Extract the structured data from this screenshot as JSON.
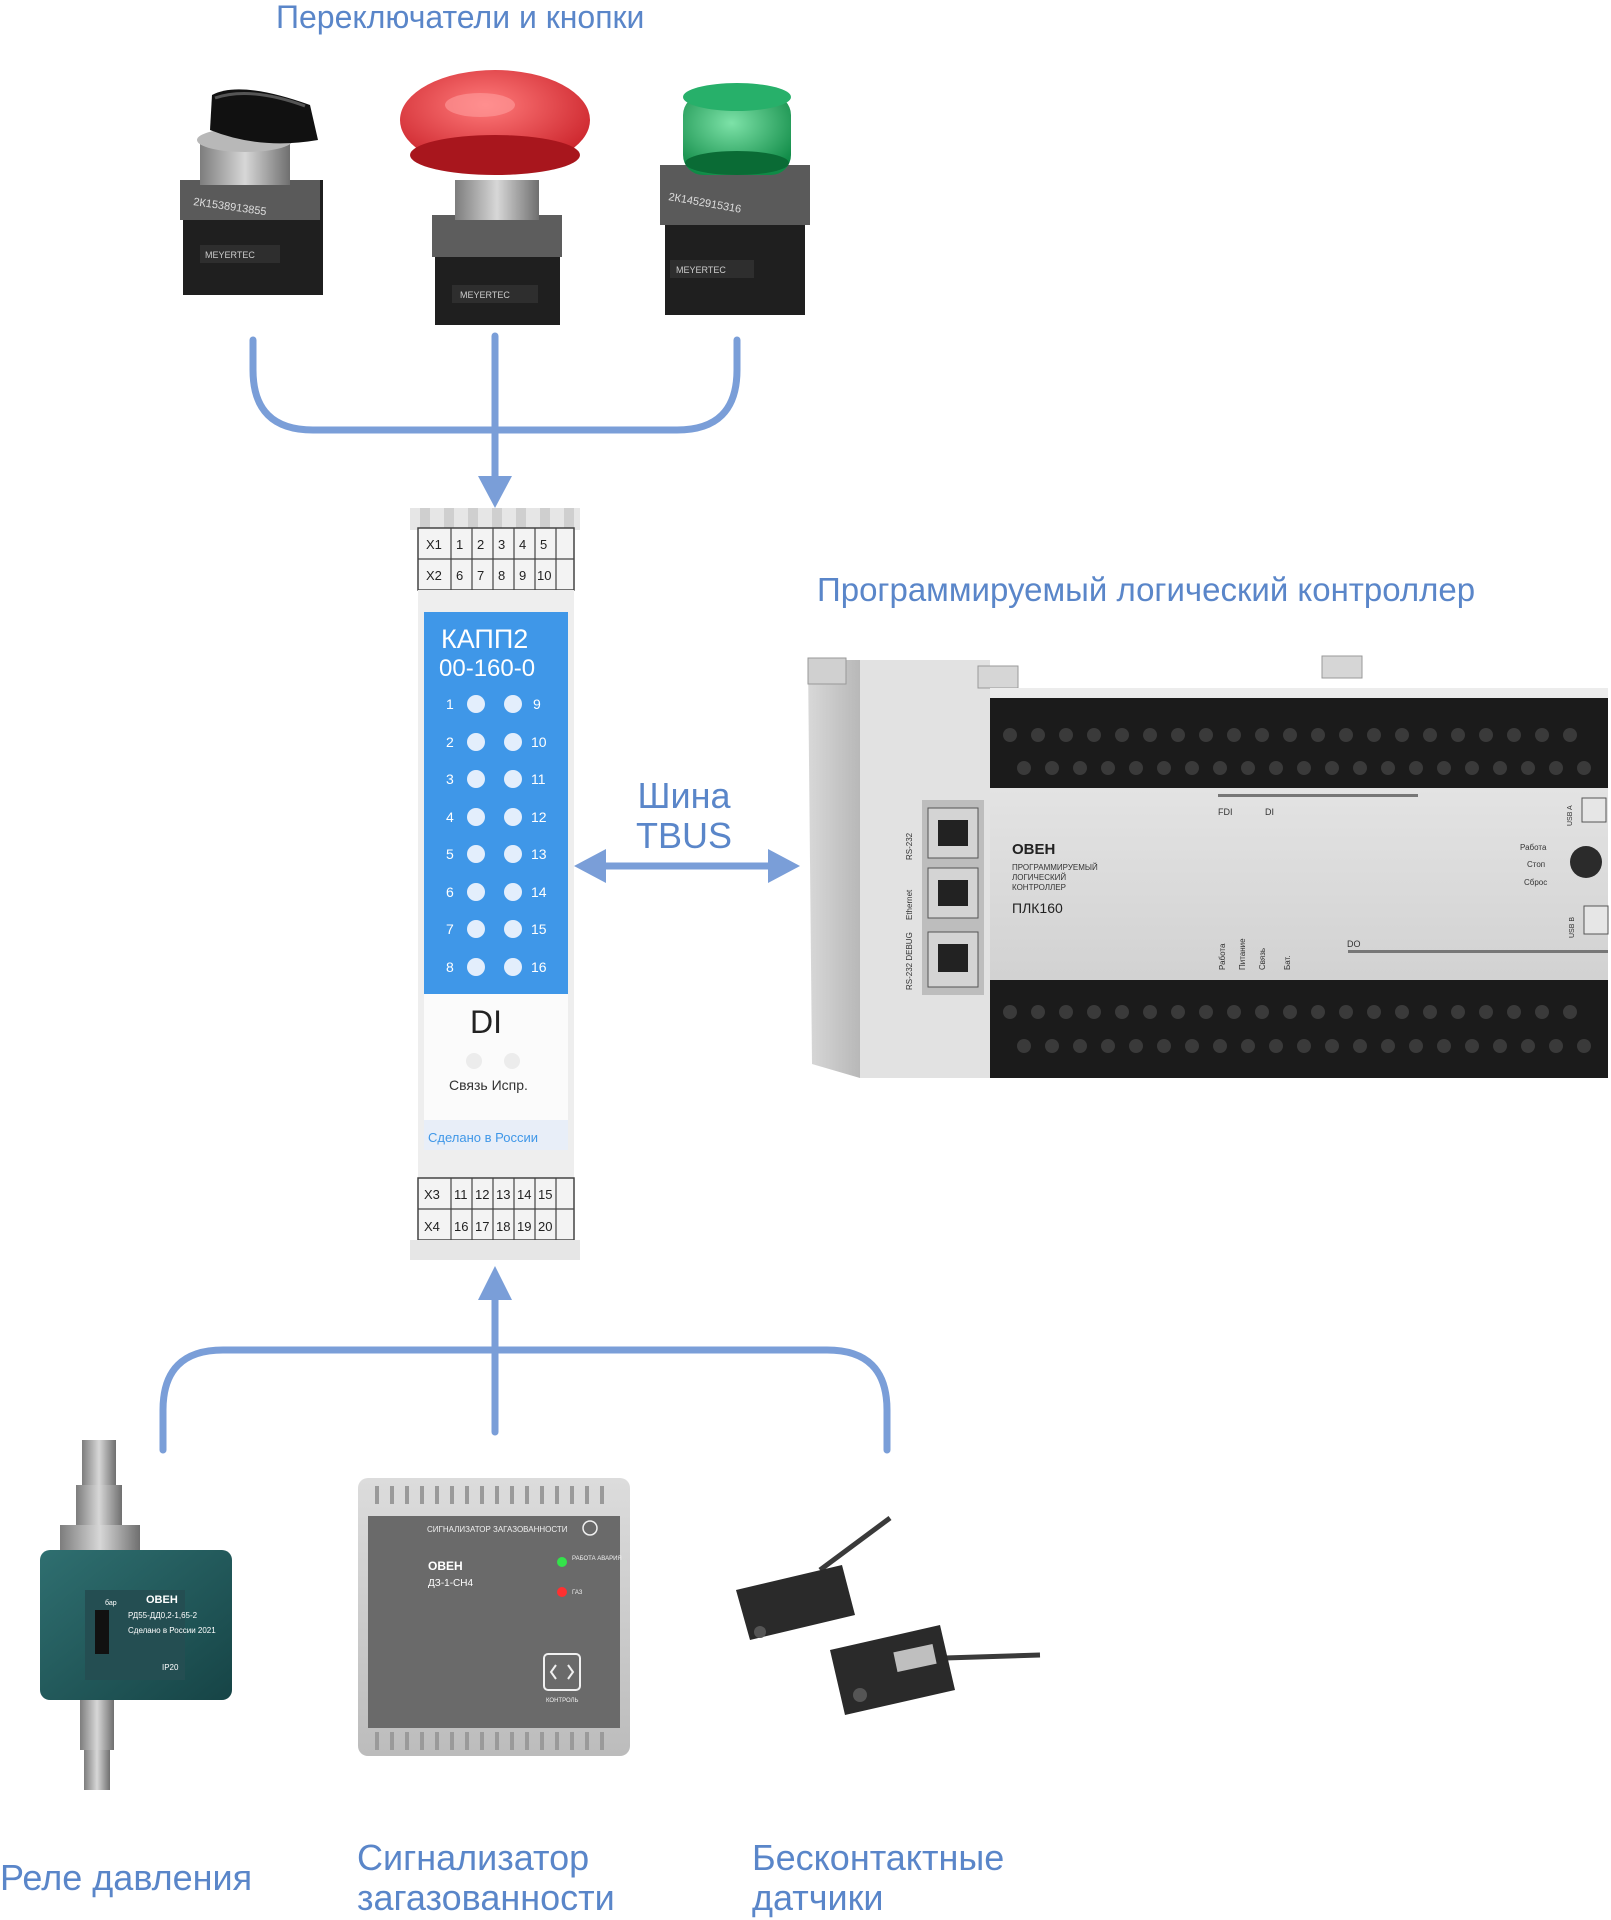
{
  "captions": {
    "top": "Переключатели и кнопки",
    "plc": "Программируемый логический контроллер",
    "tbus_line1": "Шина",
    "tbus_line2": "TBUS",
    "relay": "Реле давления",
    "gas_line1": "Сигнализатор",
    "gas_line2": "загазованности",
    "prox_line1": "Бесконтактные",
    "prox_line2": "датчики"
  },
  "module": {
    "name": "КАПП2",
    "model": "00-160-0",
    "type": "DI",
    "status_labels": "Связь Испр.",
    "made_in": "Сделано в России",
    "top_rows": [
      {
        "label": "X1",
        "pins": [
          "1",
          "2",
          "3",
          "4",
          "5"
        ]
      },
      {
        "label": "X2",
        "pins": [
          "6",
          "7",
          "8",
          "9",
          "10"
        ]
      }
    ],
    "bottom_rows": [
      {
        "label": "X3",
        "pins": [
          "11",
          "12",
          "13",
          "14",
          "15"
        ]
      },
      {
        "label": "X4",
        "pins": [
          "16",
          "17",
          "18",
          "19",
          "20"
        ]
      }
    ],
    "leds_left": [
      "1",
      "2",
      "3",
      "4",
      "5",
      "6",
      "7",
      "8"
    ],
    "leds_right": [
      "9",
      "10",
      "11",
      "12",
      "13",
      "14",
      "15",
      "16"
    ]
  },
  "plc": {
    "brand": "ОВЕН",
    "title_lines": [
      "ПРОГРАММИРУЕМЫЙ",
      "ЛОГИЧЕСКИЙ",
      "КОНТРОЛЛЕР"
    ],
    "model": "ПЛК160",
    "port_labels": [
      "RS-232",
      "Ethernet",
      "RS-232 DEBUG"
    ],
    "fdi_label": "FDI",
    "di_label": "DI",
    "do_label": "DO",
    "usb_a": "USB A",
    "usb_b": "USB B",
    "switch_labels": [
      "Работа",
      "Стоп",
      "Сброс"
    ],
    "status_leds": [
      "Работа",
      "Питание",
      "Связь",
      "Бат."
    ]
  },
  "buttons": {
    "sw_code": "2К1538913855",
    "brand": "MEYERTEC",
    "btn_code": "2К1452915316"
  },
  "gas_detector": {
    "header": "СИГНАЛИЗАТОР ЗАГАЗОВАННОСТИ",
    "brand": "ОВЕН",
    "model": "ДЗ-1-СН4",
    "led1": "РАБОТА АВАРИЯ",
    "led2": "ГАЗ",
    "button": "КОНТРОЛЬ"
  },
  "relay": {
    "brand": "ОВЕН",
    "model": "РД55-ДД0,2-1,65-2",
    "made": "Сделано в России 2021",
    "ip": "IP20",
    "scale": "бар"
  },
  "colors": {
    "connector": "#7a9ed8",
    "caption": "#5a86c9",
    "module_blue": "#3f97e8"
  }
}
